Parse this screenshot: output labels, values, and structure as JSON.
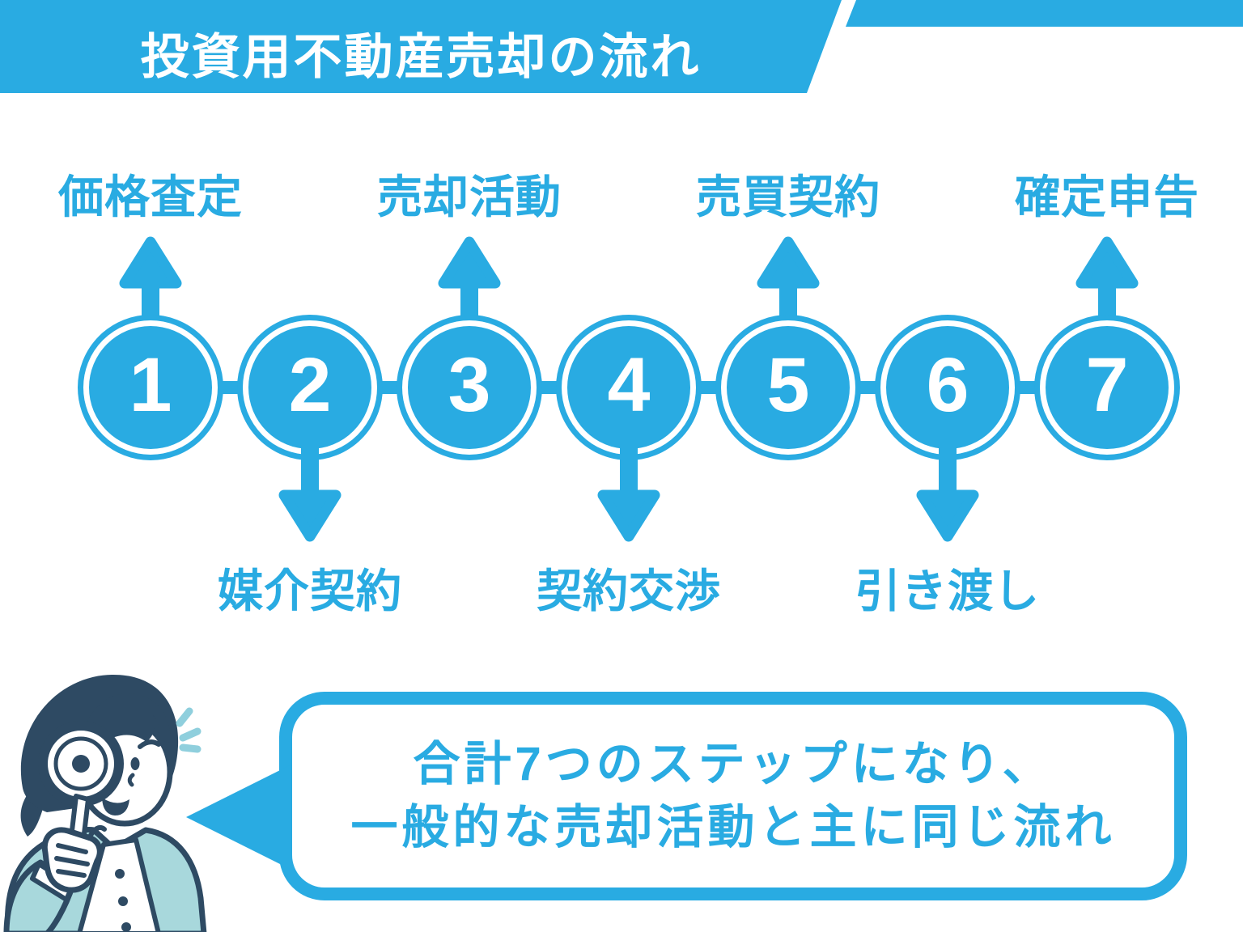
{
  "header": {
    "title": "投資用不動産売却の流れ"
  },
  "steps": [
    {
      "number": "1",
      "label": "価格査定",
      "label_position": "top"
    },
    {
      "number": "2",
      "label": "媒介契約",
      "label_position": "bottom"
    },
    {
      "number": "3",
      "label": "売却活動",
      "label_position": "top"
    },
    {
      "number": "4",
      "label": "契約交渉",
      "label_position": "bottom"
    },
    {
      "number": "5",
      "label": "売買契約",
      "label_position": "top"
    },
    {
      "number": "6",
      "label": "引き渡し",
      "label_position": "bottom"
    },
    {
      "number": "7",
      "label": "確定申告",
      "label_position": "top"
    }
  ],
  "callout": {
    "line1": "合計7つのステップになり、",
    "line2": "一般的な売却活動と主に同じ流れ"
  },
  "illustration": {
    "description": "person-looking-through-magnifying-glass"
  },
  "colors": {
    "primary": "#29abe2",
    "navy": "#2e4a63",
    "teal": "#a8d8dc",
    "light_blue": "#8fcfdd",
    "background": "#ffffff"
  }
}
